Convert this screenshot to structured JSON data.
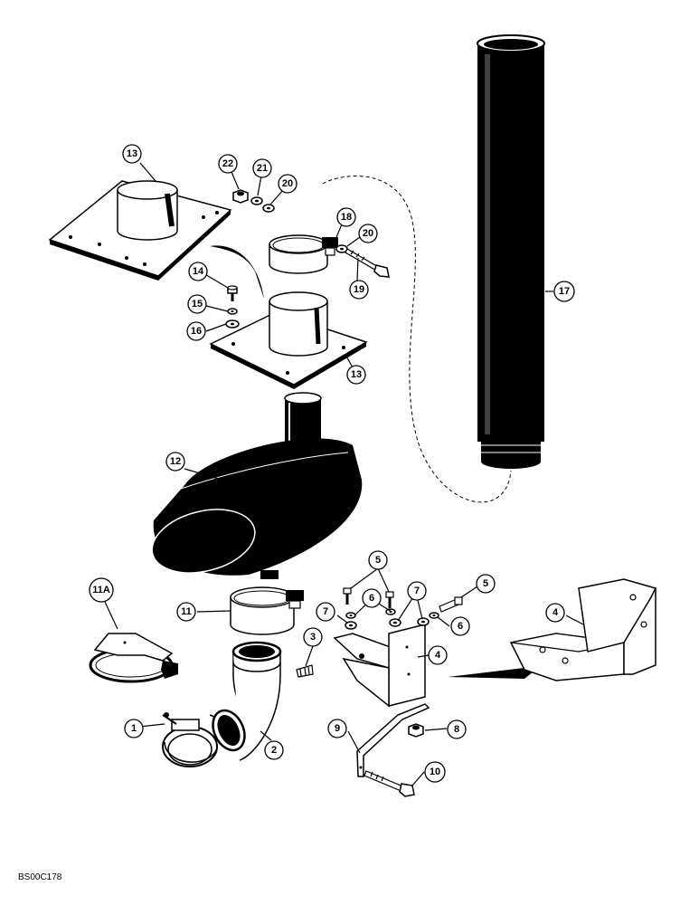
{
  "figure_code": "BS00C178",
  "callouts": {
    "c1": "1",
    "c2": "2",
    "c3": "3",
    "c4a": "4",
    "c4b": "4",
    "c5a": "5",
    "c5b": "5",
    "c6a": "6",
    "c6b": "6",
    "c7a": "7",
    "c7b": "7",
    "c8": "8",
    "c9": "9",
    "c10": "10",
    "c11": "11",
    "c11a": "11A",
    "c12": "12",
    "c13a": "13",
    "c13b": "13",
    "c14": "14",
    "c15": "15",
    "c16": "16",
    "c17": "17",
    "c18": "18",
    "c19": "19",
    "c20a": "20",
    "c20b": "20",
    "c21": "21",
    "c22": "22"
  }
}
